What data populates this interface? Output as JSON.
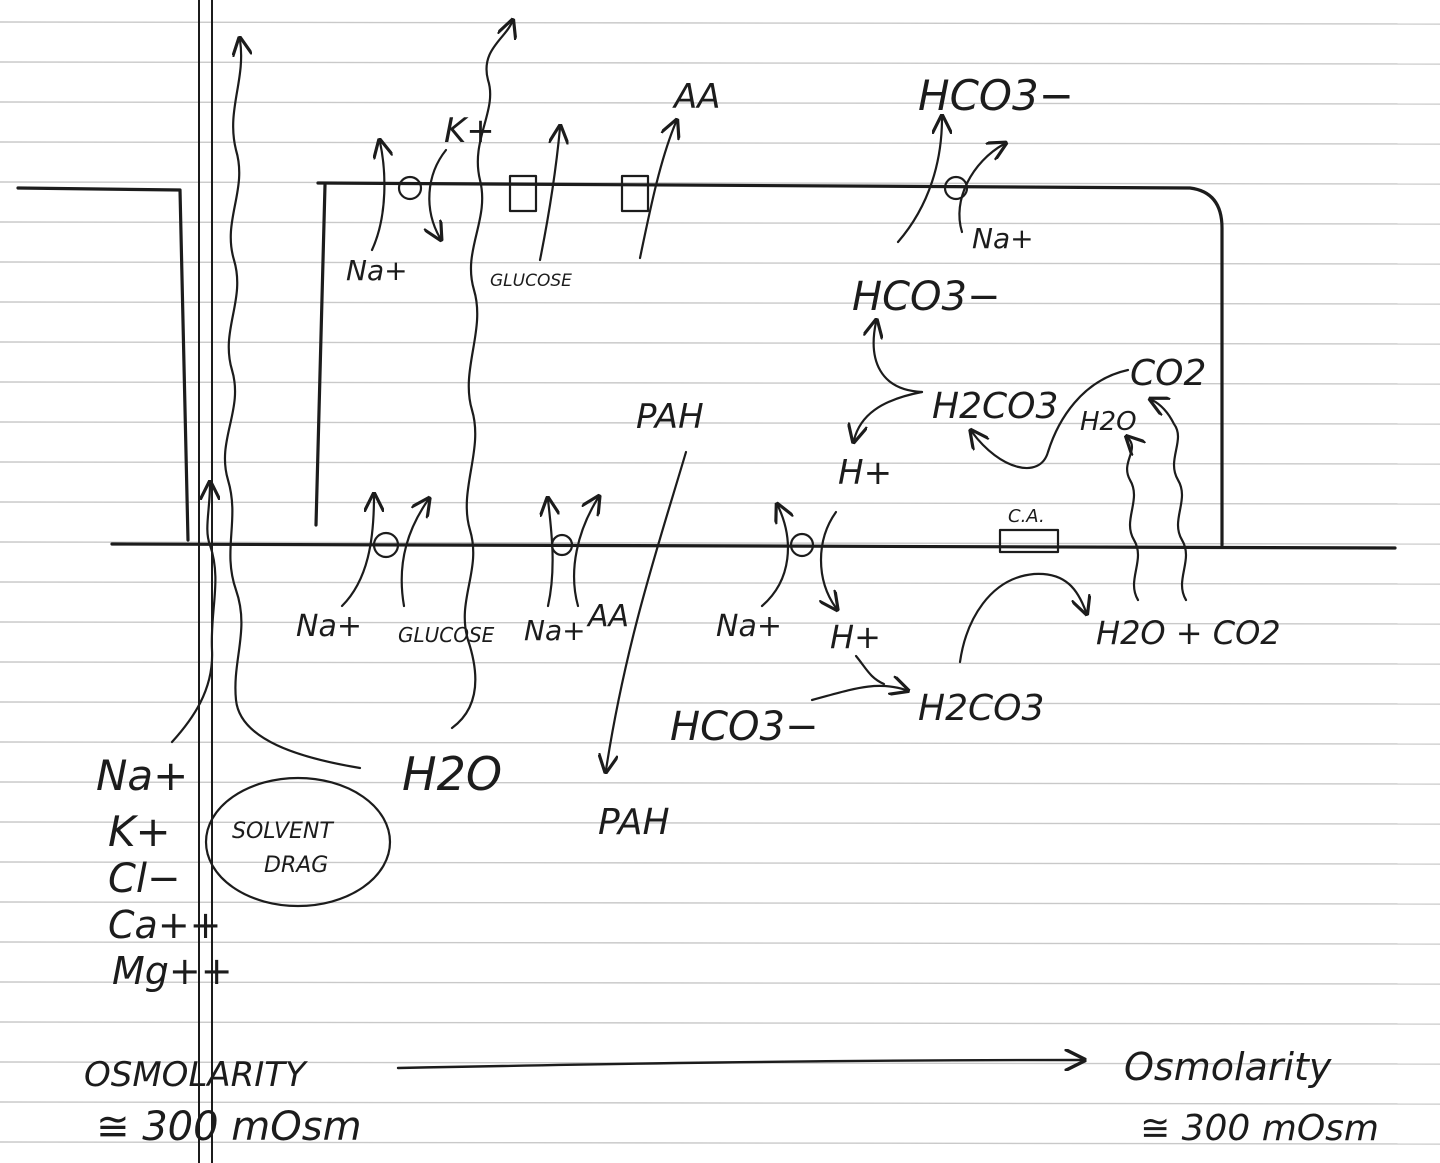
{
  "labels": {
    "k_top": "K+",
    "aa_top": "AA",
    "hco3_top": "HCO3−",
    "na_top_left": "Na+",
    "glucose_top": "GLUCOSE",
    "na_top_right": "Na+",
    "hco3_mid": "HCO3−",
    "co2_mid": "CO2",
    "h2co3_mid": "H2CO3",
    "h2o_mid": "H2O",
    "pah_mid": "PAH",
    "h_plus_mid": "H+",
    "ca_label": "C.A.",
    "na_bottom_1": "Na+",
    "glucose_bottom": "GLUCOSE",
    "na_bottom_2": "Na+",
    "aa_bottom": "AA",
    "na_bottom_3": "Na+",
    "h_plus_bottom": "H+",
    "h2o_co2_bottom": "H2O + CO2",
    "hco3_bottom": "HCO3−",
    "h2co3_bottom": "H2CO3",
    "h2o_left": "H2O",
    "pah_bottom": "PAH",
    "ion_na": "Na+",
    "ion_k": "K+",
    "ion_cl": "Cl−",
    "ion_ca": "Ca++",
    "ion_mg": "Mg++",
    "solvent_line1": "SOLVENT",
    "solvent_line2": "DRAG",
    "osm_left_1": "OSMOLARITY",
    "osm_left_2": "≅ 300 mOsm",
    "osm_right_1": "Osmolarity",
    "osm_right_2": "≅ 300 mOsm"
  },
  "colors": {
    "ink": "#1c1c1c",
    "paper": "#ffffff",
    "rule": "#c9c9c9"
  }
}
